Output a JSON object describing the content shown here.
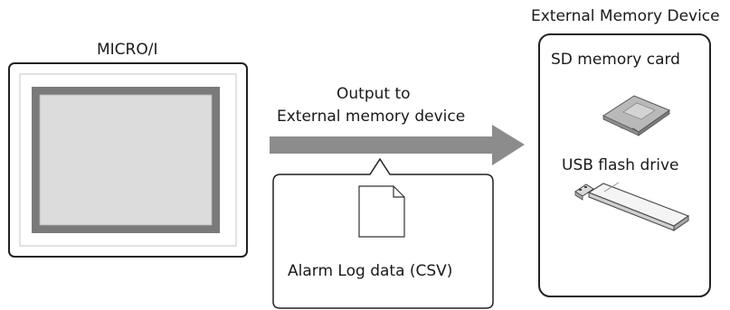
{
  "device": {
    "label": "MICRO/I"
  },
  "arrow": {
    "line1": "Output to",
    "line2": "External memory device"
  },
  "file": {
    "label": "Alarm Log data (CSV)"
  },
  "external": {
    "title": "External Memory Device",
    "sd_label": "SD memory card",
    "usb_label": "USB flash drive"
  }
}
